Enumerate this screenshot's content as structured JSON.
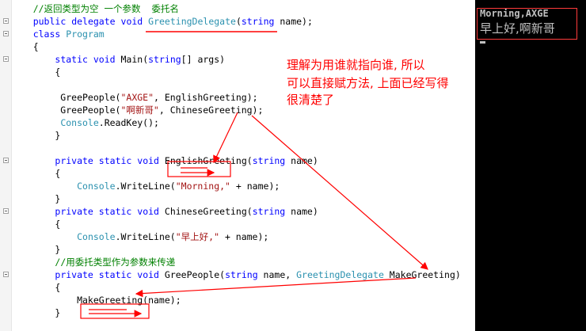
{
  "editor": {
    "lines": [
      [
        {
          "t": "    "
        },
        {
          "t": "//返回类型为空 一个参数  委托名",
          "c": "cm"
        }
      ],
      [
        {
          "t": "    "
        },
        {
          "t": "public",
          "c": "kw"
        },
        {
          "t": " "
        },
        {
          "t": "delegate",
          "c": "kw"
        },
        {
          "t": " "
        },
        {
          "t": "void",
          "c": "kw"
        },
        {
          "t": " "
        },
        {
          "t": "GreetingDelegate",
          "c": "ty"
        },
        {
          "t": "("
        },
        {
          "t": "string",
          "c": "kw"
        },
        {
          "t": " name);"
        }
      ],
      [
        {
          "t": "    "
        },
        {
          "t": "class",
          "c": "kw"
        },
        {
          "t": " "
        },
        {
          "t": "Program",
          "c": "ty"
        }
      ],
      [
        {
          "t": "    {"
        }
      ],
      [
        {
          "t": "        "
        },
        {
          "t": "static",
          "c": "kw"
        },
        {
          "t": " "
        },
        {
          "t": "void",
          "c": "kw"
        },
        {
          "t": " Main("
        },
        {
          "t": "string",
          "c": "kw"
        },
        {
          "t": "[] args)"
        }
      ],
      [
        {
          "t": "        {"
        }
      ],
      [
        {
          "t": ""
        }
      ],
      [
        {
          "t": "         GreePeople("
        },
        {
          "t": "\"AXGE\"",
          "c": "str"
        },
        {
          "t": ", EnglishGreeting);"
        }
      ],
      [
        {
          "t": "         GreePeople("
        },
        {
          "t": "\"啊新哥\"",
          "c": "str"
        },
        {
          "t": ", ChineseGreeting);"
        }
      ],
      [
        {
          "t": "         "
        },
        {
          "t": "Console",
          "c": "ty"
        },
        {
          "t": ".ReadKey();"
        }
      ],
      [
        {
          "t": "        }"
        }
      ],
      [
        {
          "t": ""
        }
      ],
      [
        {
          "t": "        "
        },
        {
          "t": "private",
          "c": "kw"
        },
        {
          "t": " "
        },
        {
          "t": "static",
          "c": "kw"
        },
        {
          "t": " "
        },
        {
          "t": "void",
          "c": "kw"
        },
        {
          "t": " EnglishGreeting("
        },
        {
          "t": "string",
          "c": "kw"
        },
        {
          "t": " name)"
        }
      ],
      [
        {
          "t": "        {"
        }
      ],
      [
        {
          "t": "            "
        },
        {
          "t": "Console",
          "c": "ty"
        },
        {
          "t": ".WriteLine("
        },
        {
          "t": "\"Morning,\"",
          "c": "str"
        },
        {
          "t": " + name);"
        }
      ],
      [
        {
          "t": "        }"
        }
      ],
      [
        {
          "t": "        "
        },
        {
          "t": "private",
          "c": "kw"
        },
        {
          "t": " "
        },
        {
          "t": "static",
          "c": "kw"
        },
        {
          "t": " "
        },
        {
          "t": "void",
          "c": "kw"
        },
        {
          "t": " ChineseGreeting("
        },
        {
          "t": "string",
          "c": "kw"
        },
        {
          "t": " name)"
        }
      ],
      [
        {
          "t": "        {"
        }
      ],
      [
        {
          "t": "            "
        },
        {
          "t": "Console",
          "c": "ty"
        },
        {
          "t": ".WriteLine("
        },
        {
          "t": "\"早上好,\"",
          "c": "str"
        },
        {
          "t": " + name);"
        }
      ],
      [
        {
          "t": "        }"
        }
      ],
      [
        {
          "t": "        "
        },
        {
          "t": "//用委托类型作为参数来传递",
          "c": "cm"
        }
      ],
      [
        {
          "t": "        "
        },
        {
          "t": "private",
          "c": "kw"
        },
        {
          "t": " "
        },
        {
          "t": "static",
          "c": "kw"
        },
        {
          "t": " "
        },
        {
          "t": "void",
          "c": "kw"
        },
        {
          "t": " GreePeople("
        },
        {
          "t": "string",
          "c": "kw"
        },
        {
          "t": " name, "
        },
        {
          "t": "GreetingDelegate",
          "c": "ty"
        },
        {
          "t": " MakeGreeting)"
        }
      ],
      [
        {
          "t": "        {"
        }
      ],
      [
        {
          "t": "            MakeGreeting(name);"
        }
      ],
      [
        {
          "t": "        }"
        }
      ]
    ]
  },
  "console": {
    "lines": [
      "Morning,AXGE",
      "早上好,啊新哥"
    ]
  },
  "annotation": {
    "lines": [
      "理解为用谁就指向谁, 所以",
      "可以直接赋方法, 上面已经写得",
      "很清楚了"
    ]
  },
  "colors": {
    "keyword": "#0000ff",
    "type": "#2b91af",
    "string": "#a31515",
    "comment": "#008000",
    "annotation": "#ff0000",
    "console_bg": "#000000",
    "console_fg": "#c0c0c0"
  }
}
